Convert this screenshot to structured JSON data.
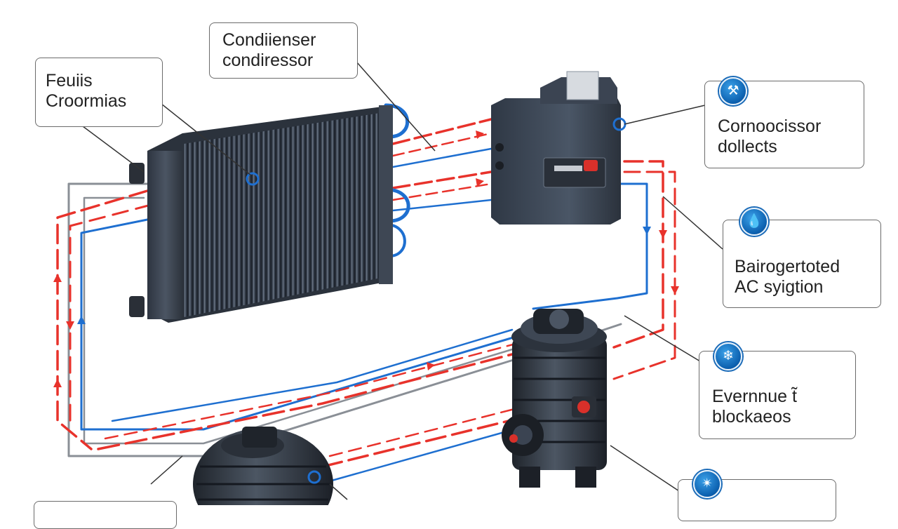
{
  "labels": {
    "top_left": {
      "line1": "Feuiis",
      "line2": "Croormias"
    },
    "top_center": {
      "line1": "Condiienser",
      "line2": "condiressor"
    },
    "right_1": {
      "line1": "Cornoocissor",
      "line2": "dollects"
    },
    "right_2": {
      "line1": "Bairogertoted",
      "line2": "AC syigtion"
    },
    "right_3": {
      "line1": "Evernnue t̃",
      "line2": "blockaeos"
    }
  },
  "icons": {
    "right_1": "wrench-icon",
    "right_2": "water-drop-icon",
    "right_3": "snowflake-icon",
    "bottom_right": "fan-icon"
  },
  "colors": {
    "hot_line": "#e8322b",
    "cold_line": "#1e6fd0",
    "return_line": "#8a8f96",
    "component_dark": "#3a4350",
    "label_border": "#6b6b6b",
    "icon_blue": "#0b5fae"
  }
}
